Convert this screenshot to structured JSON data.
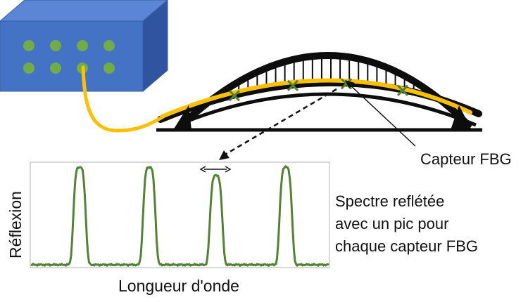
{
  "labels": {
    "sensor": "Capteur FBG",
    "spectrum_line1": "Spectre reflétée",
    "spectrum_line2": "avec un pic pour",
    "spectrum_line3": "chaque capteur FBG",
    "x_axis": "Longueur d'onde",
    "y_axis": "Réflexion"
  },
  "colors": {
    "interrogator_face": "#4472c4",
    "interrogator_top": "#5b86d6",
    "interrogator_side": "#2f55a0",
    "port_dots": "#70ad47",
    "fiber": "#ffc000",
    "bridge": "#0d0d0d",
    "sensor_marks": "#548235",
    "spectrum_line": "#548235",
    "plot_frame": "#bfbfbf"
  },
  "interrogator": {
    "port_count": 8
  },
  "bridge": {
    "sensor_count": 4,
    "hanger_count": 27
  },
  "spectrum": {
    "peak_count": 4
  },
  "icons": [
    "double-headed-arrow-icon",
    "dashed-arrow-icon",
    "pointer-arrow-icon"
  ]
}
